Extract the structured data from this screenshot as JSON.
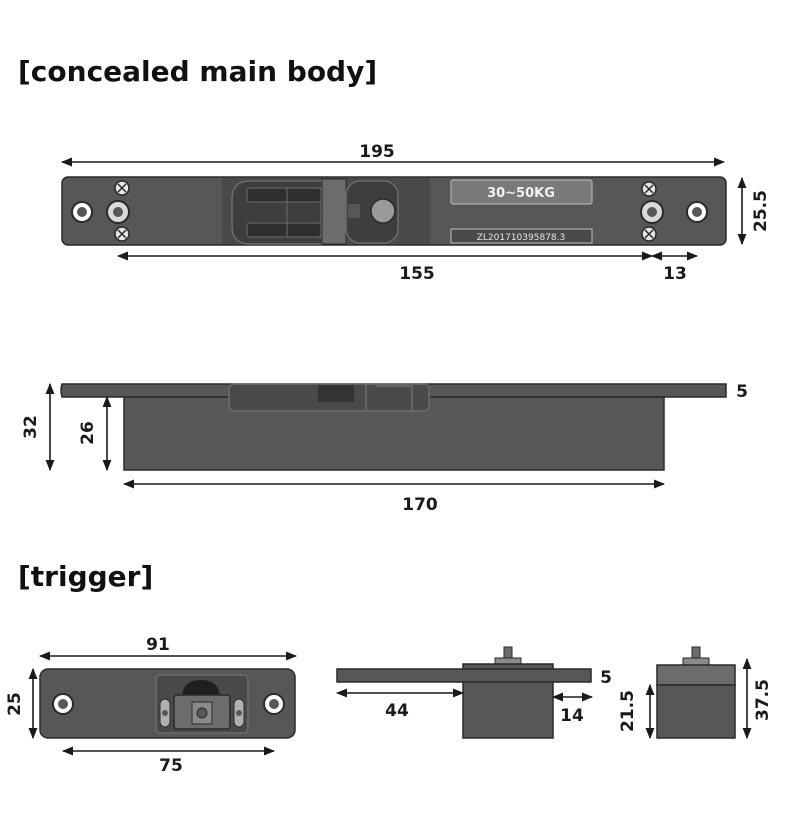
{
  "sections": {
    "main": "[concealed main body]",
    "trigger": "[trigger]"
  },
  "main_body": {
    "plate_label": "30~50KG",
    "patent_number": "ZL201710395878.3",
    "top_view": {
      "length": "195",
      "height": "25.5",
      "hole_spacing": "155",
      "end_offset": "13"
    },
    "side_view": {
      "plate_thickness": "5",
      "total_height": "32",
      "body_height": "26",
      "body_length": "170"
    }
  },
  "trigger": {
    "front_view": {
      "length": "91",
      "height": "25",
      "hole_spacing": "75"
    },
    "side_view": {
      "plate_thickness": "5",
      "offset": "44",
      "body_width": "14"
    },
    "end_view": {
      "body_height": "21.5",
      "total_height": "37.5"
    }
  },
  "colors": {
    "metal": "#57575a",
    "metal_dark": "#3e3e40",
    "metal_light": "#6c6c6f",
    "outline": "#2a2a2a"
  }
}
